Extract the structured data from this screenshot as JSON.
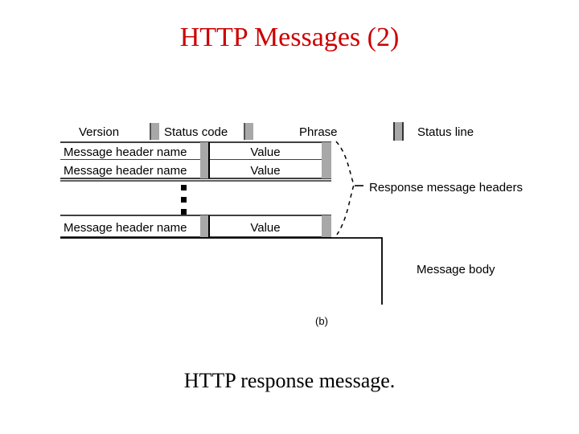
{
  "slide": {
    "title": "HTTP Messages (2)",
    "title_color": "#cc0000",
    "caption": "HTTP response message.",
    "background": "#ffffff"
  },
  "figure": {
    "panel_label": "(b)",
    "bar_color": "#a8a8a8",
    "line_color": "#000000",
    "status_line_labels": {
      "version": "Version",
      "status_code": "Status code",
      "phrase": "Phrase",
      "legend": "Status line"
    },
    "header_rows": [
      {
        "name": "Message header name",
        "value": "Value"
      },
      {
        "name": "Message header name",
        "value": "Value"
      },
      {
        "name": "Message header name",
        "value": "Value"
      }
    ],
    "ellipsis": "three-vertical-dots",
    "annotations": {
      "headers_brace": "Response message headers",
      "message_body": "Message body"
    }
  }
}
